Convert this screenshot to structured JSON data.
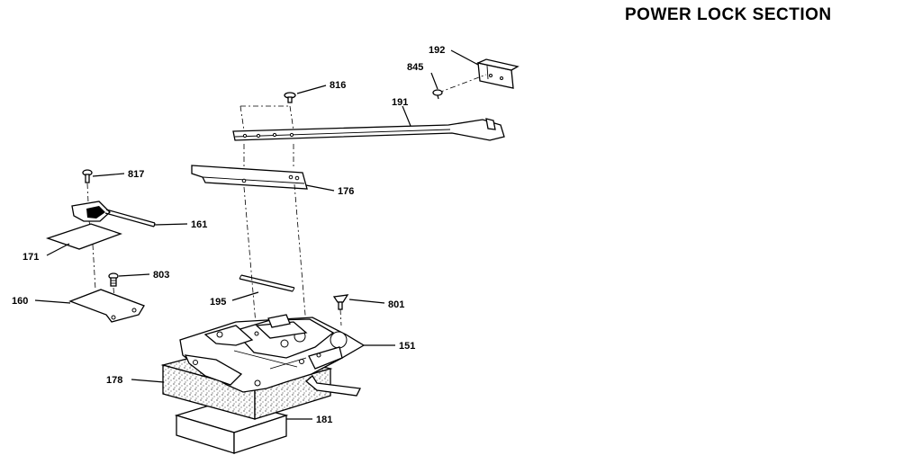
{
  "title": "POWER LOCK SECTION",
  "parts": {
    "p192": "192",
    "p845": "845",
    "p816": "816",
    "p191": "191",
    "p817": "817",
    "p176": "176",
    "p161": "161",
    "p171": "171",
    "p803": "803",
    "p160": "160",
    "p195": "195",
    "p801": "801",
    "p151": "151",
    "p178": "178",
    "p181": "181"
  }
}
